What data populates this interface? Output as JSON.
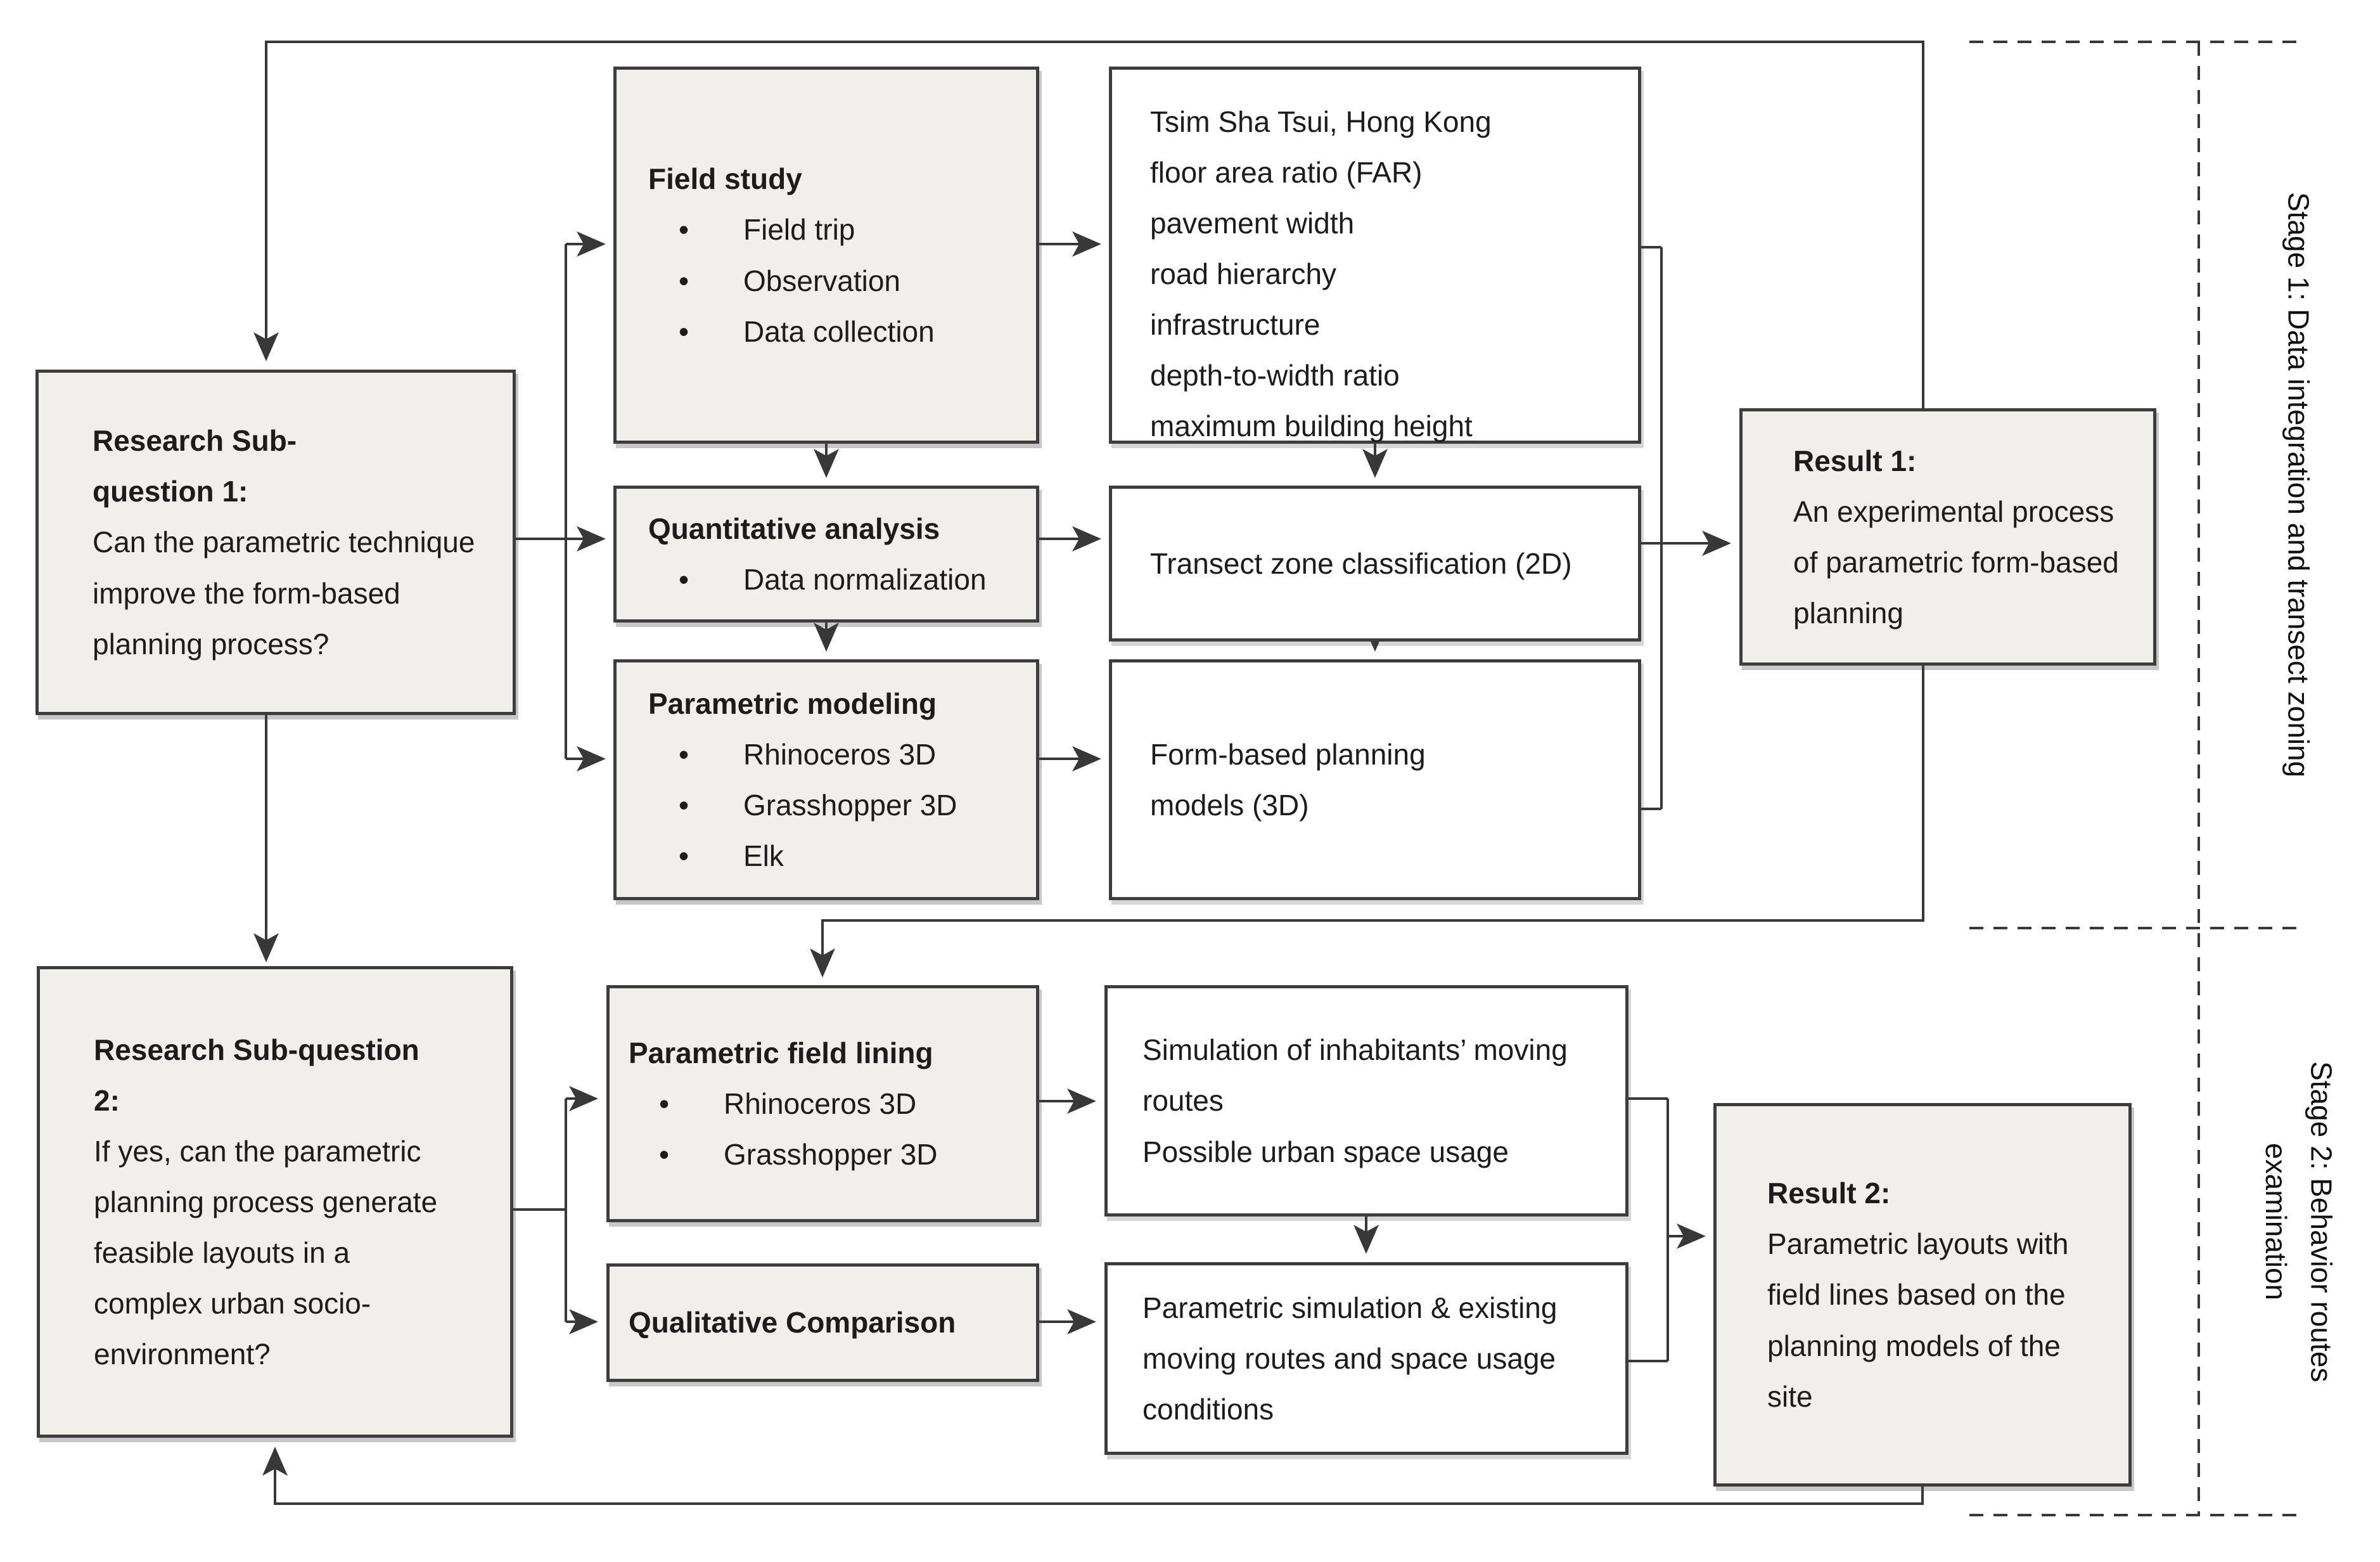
{
  "stages": {
    "stage1_label": "Stage 1: Data integration and transect zoning",
    "stage2_lines": [
      "Stage 2: Behavior routes",
      "examination"
    ]
  },
  "boxes": {
    "rsq1": {
      "title": "Research Sub-question 1:",
      "body": "Can the parametric technique improve the form-based planning process?"
    },
    "field_study": {
      "title": "Field study",
      "bullets": [
        "Field trip",
        "Observation",
        "Data collection"
      ]
    },
    "site_data": {
      "lines": [
        "Tsim Sha Tsui, Hong Kong",
        "floor area ratio (FAR)",
        "pavement width",
        "road hierarchy",
        "infrastructure",
        "depth-to-width ratio",
        "maximum building height"
      ]
    },
    "quantitative": {
      "title": "Quantitative analysis",
      "bullets": [
        "Data normalization"
      ]
    },
    "transect": {
      "text": "Transect zone classification (2D)"
    },
    "parametric_modeling": {
      "title": "Parametric modeling",
      "bullets": [
        "Rhinoceros 3D",
        "Grasshopper 3D",
        "Elk"
      ]
    },
    "form_based": {
      "text": "Form-based planning models (3D)"
    },
    "result1": {
      "title": "Result 1:",
      "body": "An experimental process of parametric form-based planning"
    },
    "rsq2": {
      "title": "Research Sub-question 2:",
      "body": "If yes, can the parametric planning process generate feasible layouts in a complex urban socio-environment?"
    },
    "field_lining": {
      "title": "Parametric field lining",
      "bullets": [
        "Rhinoceros 3D",
        "Grasshopper 3D"
      ]
    },
    "simulation": {
      "lines": [
        "Simulation of inhabitants’ moving routes",
        "Possible urban space usage"
      ]
    },
    "qualitative": {
      "title": "Qualitative Comparison"
    },
    "param_simulation": {
      "text": "Parametric simulation & existing moving routes and space usage conditions"
    },
    "result2": {
      "title": "Result 2:",
      "body": "Parametric layouts with field lines based on the planning models of the site"
    }
  },
  "colors": {
    "box_fill": "#f1efec",
    "white_fill": "#ffffff",
    "border": "#3d3d3d",
    "line": "#383838",
    "text": "#1c1c1c"
  }
}
